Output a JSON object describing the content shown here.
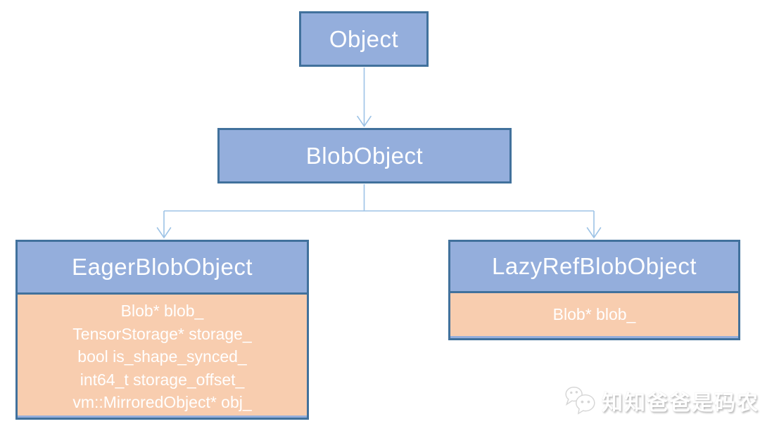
{
  "diagram": {
    "type": "class-hierarchy",
    "colors": {
      "node_header_fill": "#94aedc",
      "node_border": "#41719c",
      "node_fields_fill": "#f8cdaf",
      "connector": "#9dc3e6",
      "text": "#ffffff"
    },
    "nodes": [
      {
        "id": "object",
        "title": "Object",
        "fields": []
      },
      {
        "id": "blob-object",
        "title": "BlobObject",
        "fields": []
      },
      {
        "id": "eager-blob-object",
        "title": "EagerBlobObject",
        "fields": [
          "Blob* blob_",
          "TensorStorage* storage_",
          "bool is_shape_synced_",
          "int64_t storage_offset_",
          "vm::MirroredObject* obj_"
        ]
      },
      {
        "id": "lazy-ref-blob-object",
        "title": "LazyRefBlobObject",
        "fields": [
          "Blob* blob_"
        ]
      }
    ],
    "edges": [
      {
        "from": "object",
        "to": "blob-object",
        "style": "open-arrow-down"
      },
      {
        "from": "blob-object",
        "to": "eager-blob-object",
        "style": "open-arrow-down"
      },
      {
        "from": "blob-object",
        "to": "lazy-ref-blob-object",
        "style": "open-arrow-down"
      }
    ]
  },
  "watermark": {
    "icon": "wechat-icon",
    "text": "知知爸爸是码农"
  }
}
